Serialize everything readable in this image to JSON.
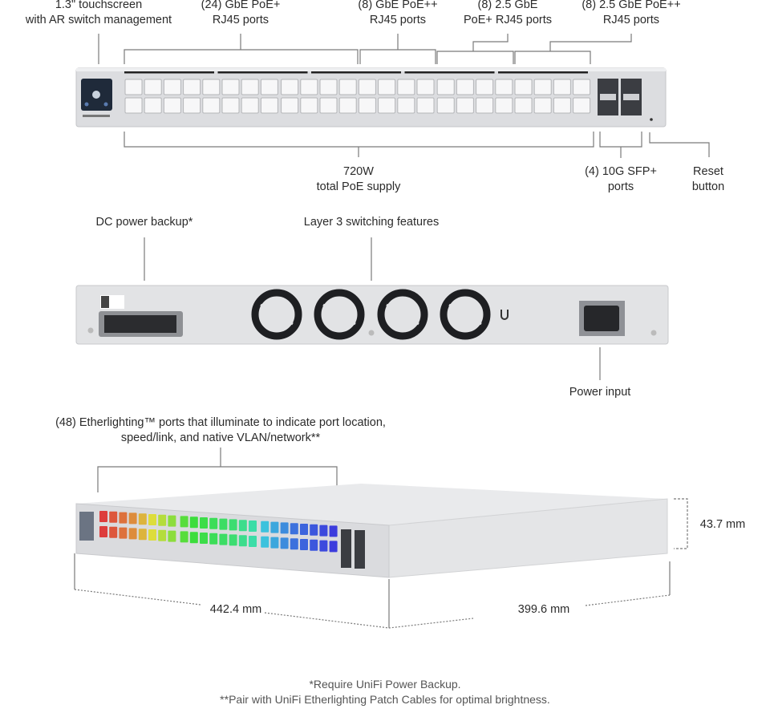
{
  "front_view": {
    "callouts": [
      {
        "line1": "1.3\" touchscreen",
        "line2": "with AR switch management"
      },
      {
        "line1": "(24) GbE PoE+",
        "line2": "RJ45 ports"
      },
      {
        "line1": "(8) GbE PoE++",
        "line2": "RJ45 ports"
      },
      {
        "line1": "(8) 2.5 GbE",
        "line2": "PoE+ RJ45 ports"
      },
      {
        "line1": "(8) 2.5 GbE PoE++",
        "line2": "RJ45 ports"
      },
      {
        "line1": "720W",
        "line2": "total PoE supply"
      },
      {
        "line1": "(4) 10G SFP+",
        "line2": "ports"
      },
      {
        "line1": "Reset",
        "line2": "button"
      }
    ]
  },
  "rear_view": {
    "callouts": [
      {
        "line1": "DC power backup*"
      },
      {
        "line1": "Layer 3 switching features"
      },
      {
        "line1": "Power input"
      }
    ]
  },
  "iso_view": {
    "callout": {
      "line1": "(48) Etherlighting™ ports that illuminate to indicate port location,",
      "line2": "speed/link, and native VLAN/network**"
    },
    "dimensions": {
      "height": "43.7 mm",
      "width": "442.4 mm",
      "depth": "399.6 mm"
    }
  },
  "footnotes": [
    "*Require UniFi Power Backup.",
    "**Pair with UniFi Etherlighting Patch Cables for optimal brightness."
  ],
  "colors": {
    "chassis": "#dcdde0",
    "line": "#7a7a7a",
    "text": "#2b2b2b"
  }
}
